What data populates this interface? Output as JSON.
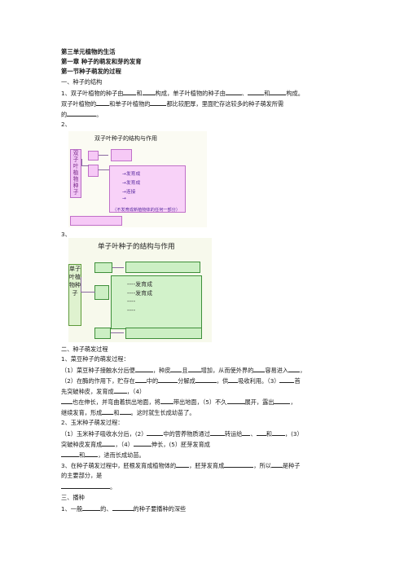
{
  "heading": {
    "unit": "第三单元植物的生活",
    "chapter": "第一章  种子的萌发和芽的发育",
    "section": "第一节种子萌发的过程"
  },
  "part1": {
    "title": "一、种子的结构",
    "q1_a": "1、双子叶植物的种子由",
    "q1_b": "和",
    "q1_c": "构成，单子叶植物的种子由",
    "q1_d": "、",
    "q1_e": "和",
    "q1_f": "构成。",
    "q1_l2a": "双子叶植物的",
    "q1_l2b": "和单子叶植物的",
    "q1_l2c": "都比较肥厚，里面贮存这较多的种子萌发所需",
    "q1_l3a": "的",
    "q1_l3b": "。",
    "q2": "2、",
    "q3": "3、"
  },
  "diagram1": {
    "title": "双子叶种子的结构与作用",
    "side_label": "双子叶植物种子",
    "rows": [
      "→发育成",
      "→发育成",
      "→连接",
      "→"
    ],
    "note": "（不发育成新植物体的任何一部分）"
  },
  "diagram2": {
    "title": "单子叶种子的结构与作用",
    "side_label": "单子叶植物种子",
    "rows": [
      "----发育成",
      "----发育成",
      "----",
      "----"
    ]
  },
  "part2": {
    "title": "二、种子萌发过程",
    "bean_title": "1、菜豆种子的萌发过程：",
    "b1a": "（1）菜豆种子接触水分后便",
    "b1b": "，种皮",
    "b1c": "且",
    "b1d": "增加，从而使外界的",
    "b1e": "容易进入",
    "b1f": "，",
    "b2a": "（2）在酶的作用下，贮存在",
    "b2b": "中的",
    "b2c": "分解成",
    "b2d": "，供",
    "b2e": "吸收利用。（3）",
    "b2f": "首",
    "b3a": "先突破种皮，发育成",
    "b3b": "，（4）",
    "b4a": "也在伸长，并弯曲着拱出地面，将",
    "b4b": "带出地面，（5）不久",
    "b4c": "展开，露出",
    "b4d": "，",
    "b5a": "继续发育，形成",
    "b5b": "和",
    "b5c": "。这时就生长成幼苗了。",
    "corn_title": "2、玉米种子萌发过程：",
    "c1a": "（1）玉米种子吸收水分后，(2）",
    "c1b": "中的营养物质通过",
    "c1c": "转运给",
    "c1d": "、",
    "c1e": "和",
    "c1f": "，(3）",
    "c2a": "突破种皮发育成",
    "c2b": "，（4）",
    "c2c": "伸长，(5）胚芽发育成",
    "c3a": "和",
    "c3b": "，进而长成幼苗。",
    "q3a": "3、在种子萌发过程中，胚根发育成植物体的",
    "q3b": "，胚芽发育成",
    "q3c": "，所以",
    "q3d": "是种子",
    "q3e": "的主要部分，是",
    "q3f": "。"
  },
  "part3": {
    "title": "三、播种",
    "s1a": "1、一般",
    "s1b": "的、",
    "s1c": "的种子要播种的深些"
  }
}
